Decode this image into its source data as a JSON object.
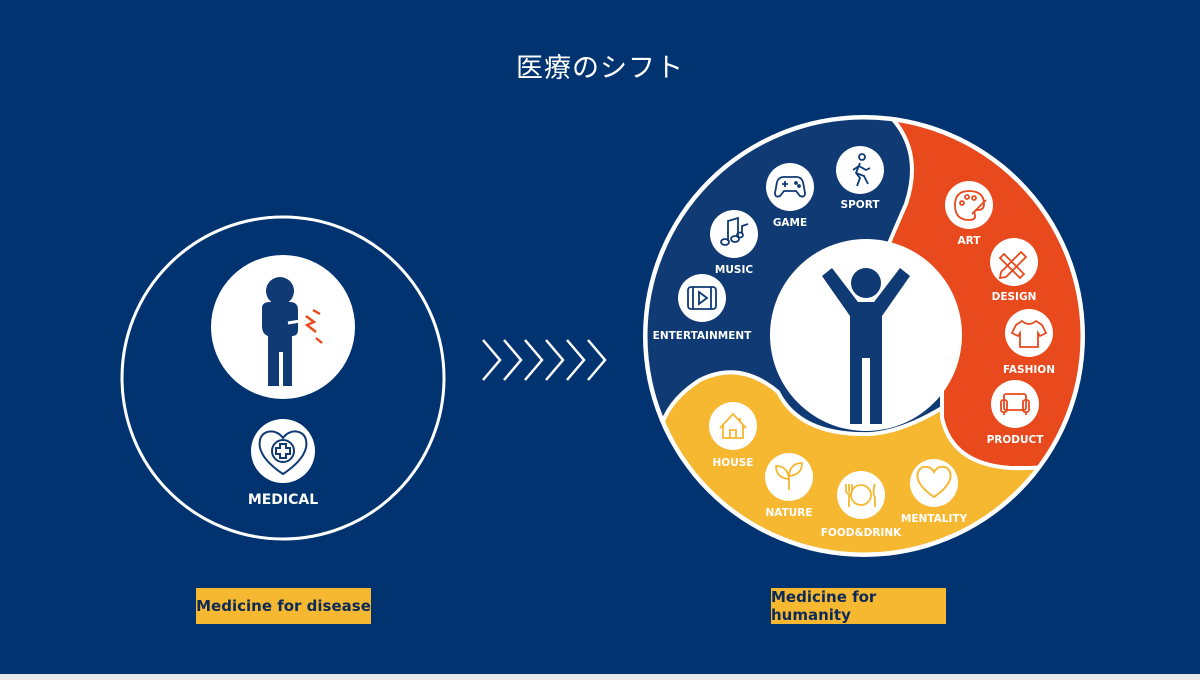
{
  "title": "医療のシフト",
  "colors": {
    "background": "#003370",
    "navy": "#0f3a73",
    "orange": "#e8491d",
    "yellow": "#f6b731",
    "white": "#ffffff"
  },
  "left": {
    "label": "MEDICAL",
    "caption": "Medicine for disease",
    "icons": [
      "sick-person-icon",
      "heart-cross-icon"
    ]
  },
  "arrow_count": 6,
  "right": {
    "caption": "Medicine for humanity",
    "navy_items": [
      {
        "label": "ENTERTAINMENT",
        "icon": "film-play-icon"
      },
      {
        "label": "MUSIC",
        "icon": "music-notes-icon"
      },
      {
        "label": "GAME",
        "icon": "gamepad-icon"
      },
      {
        "label": "SPORT",
        "icon": "walker-icon"
      }
    ],
    "orange_items": [
      {
        "label": "ART",
        "icon": "palette-icon"
      },
      {
        "label": "DESIGN",
        "icon": "pencil-ruler-icon"
      },
      {
        "label": "FASHION",
        "icon": "tshirt-icon"
      },
      {
        "label": "PRODUCT",
        "icon": "armchair-icon"
      }
    ],
    "yellow_items": [
      {
        "label": "HOUSE",
        "icon": "house-icon"
      },
      {
        "label": "NATURE",
        "icon": "leaf-icon"
      },
      {
        "label": "FOOD&DRINK",
        "icon": "plate-cutlery-icon"
      },
      {
        "label": "MENTALITY",
        "icon": "heart-icon"
      }
    ]
  }
}
